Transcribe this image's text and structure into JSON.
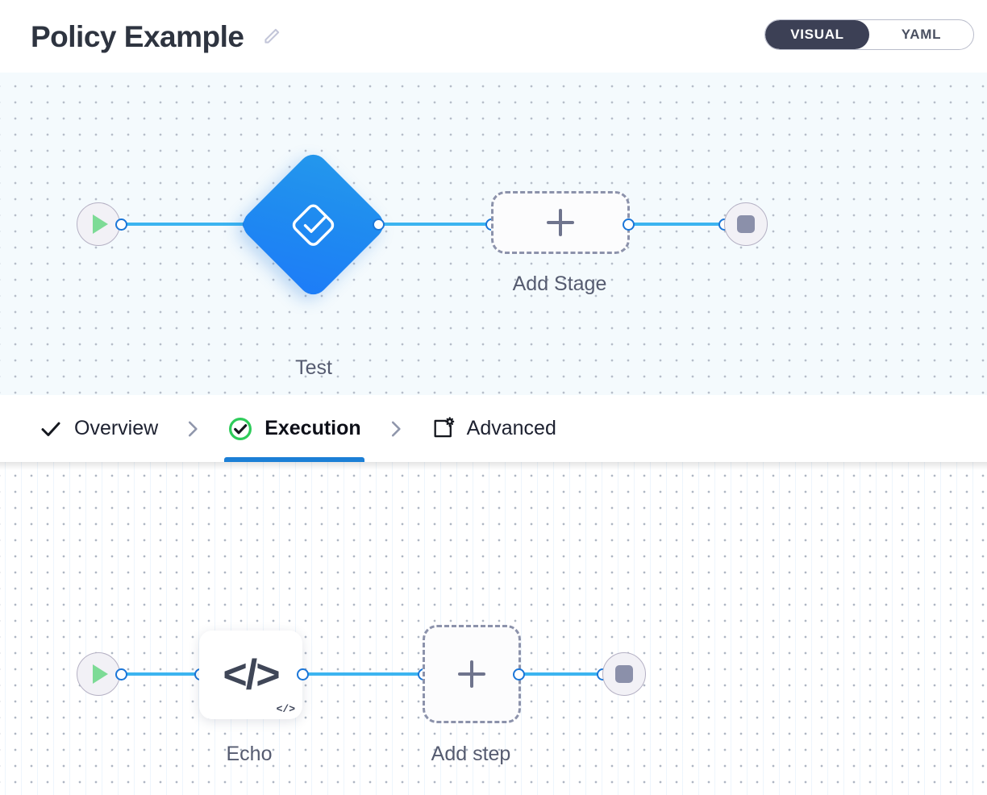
{
  "header": {
    "title": "Policy Example",
    "edit_icon": "pencil-icon",
    "mode_toggle": {
      "options": [
        {
          "label": "VISUAL",
          "active": true
        },
        {
          "label": "YAML",
          "active": false
        }
      ],
      "active_bg": "#3c4055"
    }
  },
  "tabs": [
    {
      "label": "Overview",
      "icon": "check-icon",
      "active": false
    },
    {
      "label": "Execution",
      "icon": "check-circle-icon",
      "active": true
    },
    {
      "label": "Advanced",
      "icon": "window-gear-icon",
      "active": false
    }
  ],
  "tab_separator_icon": "chevron-right-icon",
  "stage_canvas": {
    "start_node": {
      "icon": "play-icon",
      "color": "#7ddb96"
    },
    "stage": {
      "label": "Test",
      "icon": "check-diamond-icon",
      "color": "#1f8bf0"
    },
    "add_stage": {
      "label": "Add Stage",
      "icon": "plus-icon"
    },
    "end_node": {
      "icon": "stop-icon",
      "color": "#8b90aa"
    },
    "edge_color": "#3cb4f0",
    "port_color": "#1b76d8"
  },
  "execution_canvas": {
    "start_node": {
      "icon": "play-icon",
      "color": "#7ddb96"
    },
    "step": {
      "label": "Echo",
      "icon": "code-icon",
      "glyph": "</>",
      "badge": "</>"
    },
    "add_step": {
      "label": "Add step",
      "icon": "plus-icon"
    },
    "end_node": {
      "icon": "stop-icon",
      "color": "#8b90aa"
    },
    "edge_color": "#3cb4f0",
    "port_color": "#1b76d8"
  }
}
